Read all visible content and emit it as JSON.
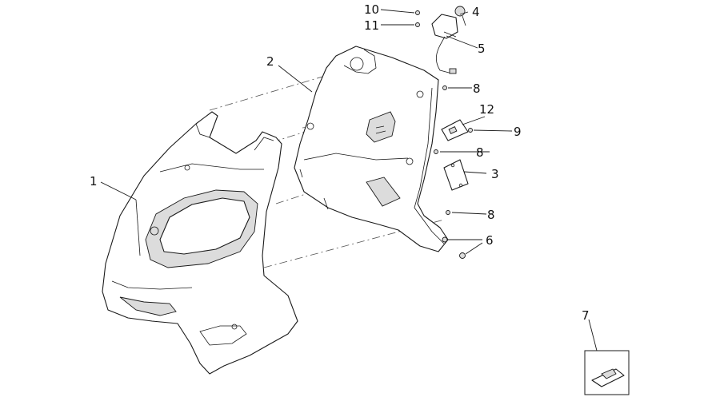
{
  "callouts": {
    "c1": "1",
    "c2": "2",
    "c3": "3",
    "c4": "4",
    "c5": "5",
    "c6": "6",
    "c7": "7",
    "c8a": "8",
    "c8b": "8",
    "c8c": "8",
    "c9": "9",
    "c10": "10",
    "c11": "11",
    "c12": "12"
  }
}
